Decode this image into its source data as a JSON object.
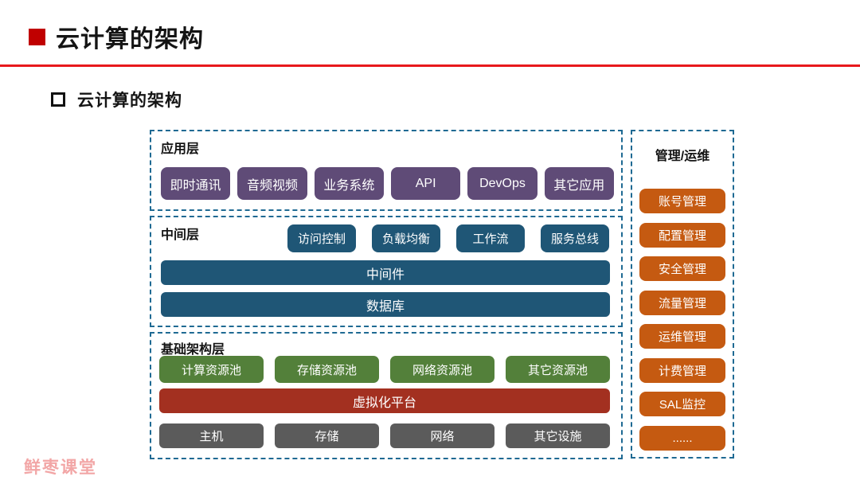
{
  "header": {
    "title": "云计算的架构"
  },
  "section": {
    "title": "云计算的架构"
  },
  "app_layer": {
    "label": "应用层",
    "boxes": [
      "即时通讯",
      "音频视频",
      "业务系统",
      "API",
      "DevOps",
      "其它应用"
    ]
  },
  "middle_layer": {
    "label": "中间层",
    "boxes": [
      "访问控制",
      "负载均衡",
      "工作流",
      "服务总线"
    ],
    "bar1": "中间件",
    "bar2": "数据库"
  },
  "infra_layer": {
    "label": "基础架构层",
    "pools": [
      "计算资源池",
      "存储资源池",
      "网络资源池",
      "其它资源池"
    ],
    "platform": "虚拟化平台",
    "hardware": [
      "主机",
      "存储",
      "网络",
      "其它设施"
    ]
  },
  "management": {
    "label": "管理/运维",
    "items": [
      "账号管理",
      "配置管理",
      "安全管理",
      "流量管理",
      "运维管理",
      "计费管理",
      "SAL监控",
      "......"
    ]
  },
  "watermark": "鲜枣课堂",
  "colors": {
    "title_bullet_red": "#C00000",
    "divider_red": "#E8191C",
    "app_purple": "#5F4B77",
    "middle_blue": "#1F5676",
    "pool_green": "#53803A",
    "platform_dark_red": "#A33020",
    "hardware_gray": "#5B5B5B",
    "management_orange": "#C55A11",
    "dashed_border_teal": "#1F6A93",
    "watermark_pink": "#F2A6A6"
  }
}
